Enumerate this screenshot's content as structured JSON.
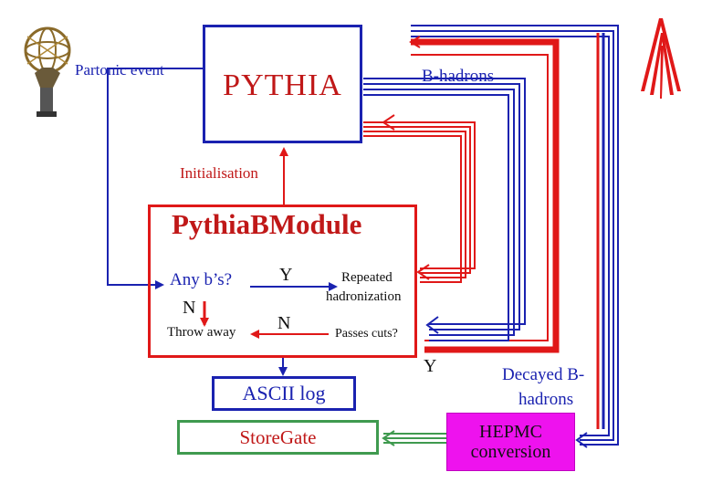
{
  "labels": {
    "partonic_event": "Partonic event",
    "b_hadrons": "B-hadrons",
    "initialisation": "Initialisation",
    "any_bs": "Any b’s?",
    "no_1": "N",
    "yes_1": "Y",
    "throw_away": "Throw away",
    "no_2": "N",
    "repeated_line1": "Repeated",
    "repeated_line2": "hadronization",
    "passes_cuts": "Passes cuts?",
    "yes_2": "Y",
    "decayed_line1": "Decayed B-",
    "decayed_line2": "hadrons"
  },
  "boxes": {
    "pythia": "PYTHIA",
    "pythia_b_module": "PythiaBModule",
    "ascii_log": "ASCII log",
    "storegate": "StoreGate",
    "hepmc_line1": "HEPMC",
    "hepmc_line2": "conversion"
  },
  "logos": {
    "left": "atlas-globe-icon",
    "right": "experiment-a-icon"
  },
  "colors": {
    "red": "#e01818",
    "blue": "#1a22b0",
    "green": "#3f9a4f",
    "magenta": "#ee12ee"
  }
}
